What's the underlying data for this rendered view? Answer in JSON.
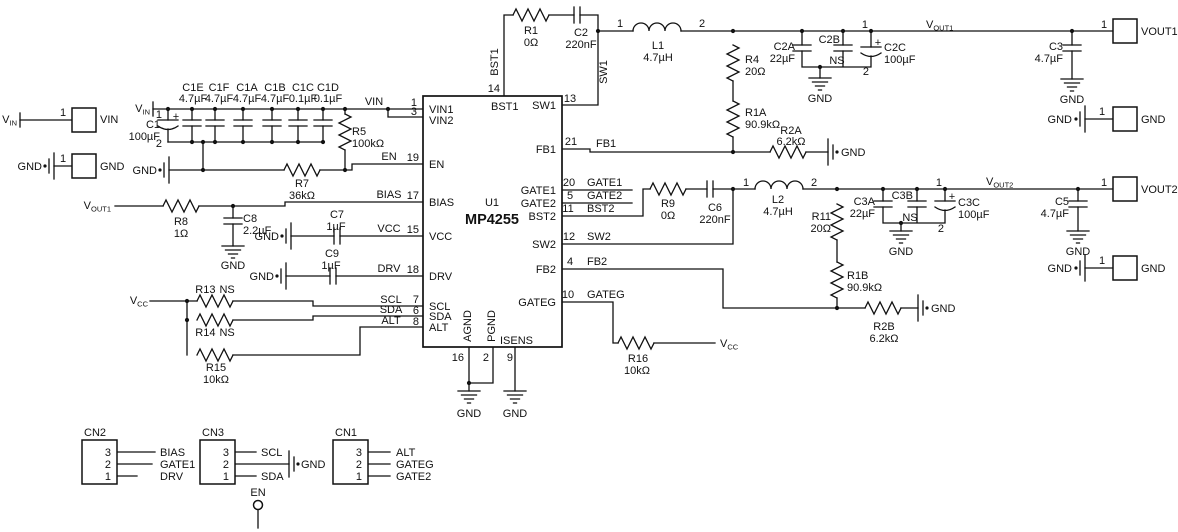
{
  "ic": {
    "ref": "U1",
    "part": "MP4255",
    "pins": {
      "vin1": {
        "n": "1",
        "l": "VIN1"
      },
      "vin2": {
        "n": "3",
        "l": "VIN2"
      },
      "en": {
        "n": "19",
        "l": "EN"
      },
      "bias": {
        "n": "17",
        "l": "BIAS"
      },
      "vcc": {
        "n": "15",
        "l": "VCC"
      },
      "drv": {
        "n": "18",
        "l": "DRV"
      },
      "scl": {
        "n": "7",
        "l": "SCL"
      },
      "sda": {
        "n": "6",
        "l": "SDA"
      },
      "alt": {
        "n": "8",
        "l": "ALT"
      },
      "bst1": {
        "n": "14",
        "l": "BST1"
      },
      "sw1": {
        "n": "13",
        "l": "SW1"
      },
      "fb1": {
        "n": "21",
        "l": "FB1"
      },
      "gate1": {
        "n": "20",
        "l": "GATE1"
      },
      "gate2": {
        "n": "5",
        "l": "GATE2"
      },
      "bst2": {
        "n": "11",
        "l": "BST2"
      },
      "sw2": {
        "n": "12",
        "l": "SW2"
      },
      "fb2": {
        "n": "4",
        "l": "FB2"
      },
      "gateg": {
        "n": "10",
        "l": "GATEG"
      },
      "agnd": {
        "n": "16",
        "l": "AGND"
      },
      "pgnd": {
        "n": "2",
        "l": "PGND"
      },
      "isens": {
        "n": "9",
        "l": "ISENS"
      }
    }
  },
  "nets": {
    "gnd": "GND",
    "vin": "VIN",
    "en": "EN",
    "bias": "BIAS",
    "vcc": "VCC",
    "drv": "DRV",
    "scl": "SCL",
    "sda": "SDA",
    "alt": "ALT",
    "bst1": "BST1",
    "sw1": "SW1",
    "fb1": "FB1",
    "gate1": "GATE1",
    "gate2": "GATE2",
    "bst2": "BST2",
    "sw2": "SW2",
    "fb2": "FB2",
    "gateg": "GATEG"
  },
  "sub_labels": {
    "v": "V",
    "in": "IN",
    "out1": "OUT1",
    "out2": "OUT2",
    "cc": "CC"
  },
  "marks": {
    "n1": "1",
    "n2": "2",
    "plus": "+"
  },
  "components": {
    "C1": {
      "ref": "C1",
      "value": "100µF"
    },
    "C1E": {
      "ref": "C1E",
      "value": "4.7µF"
    },
    "C1F": {
      "ref": "C1F",
      "value": "4.7µF"
    },
    "C1A": {
      "ref": "C1A",
      "value": "4.7µF"
    },
    "C1B": {
      "ref": "C1B",
      "value": "4.7µF"
    },
    "C1C": {
      "ref": "C1C",
      "value": "0.1µF"
    },
    "C1D": {
      "ref": "C1D",
      "value": "0.1µF"
    },
    "R5": {
      "ref": "R5",
      "value": "100kΩ"
    },
    "R7": {
      "ref": "R7",
      "value": "36kΩ"
    },
    "R8": {
      "ref": "R8",
      "value": "1Ω"
    },
    "C8": {
      "ref": "C8",
      "value": "2.2µF"
    },
    "C7": {
      "ref": "C7",
      "value": "1µF"
    },
    "C9": {
      "ref": "C9",
      "value": "1µF"
    },
    "R13": {
      "ref": "R13",
      "value": "NS"
    },
    "R14": {
      "ref": "R14",
      "value": "NS"
    },
    "R15": {
      "ref": "R15",
      "value": "10kΩ"
    },
    "R1": {
      "ref": "R1",
      "value": "0Ω"
    },
    "C2": {
      "ref": "C2",
      "value": "220nF"
    },
    "L1": {
      "ref": "L1",
      "value": "4.7µH"
    },
    "R4": {
      "ref": "R4",
      "value": "20Ω"
    },
    "R1A": {
      "ref": "R1A",
      "value": "90.9kΩ"
    },
    "R2A": {
      "ref": "R2A",
      "value": "6.2kΩ"
    },
    "C2A": {
      "ref": "C2A",
      "value": "22µF"
    },
    "C2B": {
      "ref": "C2B",
      "value": "NS"
    },
    "C2C": {
      "ref": "C2C",
      "value": "100µF"
    },
    "C3": {
      "ref": "C3",
      "value": "4.7µF"
    },
    "R9": {
      "ref": "R9",
      "value": "0Ω"
    },
    "C6": {
      "ref": "C6",
      "value": "220nF"
    },
    "L2": {
      "ref": "L2",
      "value": "4.7µH"
    },
    "R11": {
      "ref": "R11",
      "value": "20Ω"
    },
    "R1B": {
      "ref": "R1B",
      "value": "90.9kΩ"
    },
    "R2B": {
      "ref": "R2B",
      "value": "6.2kΩ"
    },
    "R16": {
      "ref": "R16",
      "value": "10kΩ"
    },
    "C3A": {
      "ref": "C3A",
      "value": "22µF"
    },
    "C3B": {
      "ref": "C3B",
      "value": "NS"
    },
    "C3C": {
      "ref": "C3C",
      "value": "100µF"
    },
    "C5": {
      "ref": "C5",
      "value": "4.7µF"
    }
  },
  "connectors": {
    "vin": {
      "pin": "1",
      "label": "VIN"
    },
    "gnd_in": {
      "pin": "1",
      "label": "GND"
    },
    "vout1": {
      "pin": "1",
      "label": "VOUT1"
    },
    "gnd_top": {
      "pin": "1",
      "label": "GND"
    },
    "vout2": {
      "pin": "1",
      "label": "VOUT2"
    },
    "gnd_bottom": {
      "pin": "1",
      "label": "GND"
    },
    "cn2": {
      "name": "CN2",
      "pins": [
        {
          "n": "3",
          "net": "BIAS"
        },
        {
          "n": "2",
          "net": "GATE1"
        },
        {
          "n": "1",
          "net": "DRV"
        }
      ]
    },
    "cn3": {
      "name": "CN3",
      "pins": [
        {
          "n": "3",
          "net": "SCL"
        },
        {
          "n": "2",
          "net": "GND"
        },
        {
          "n": "1",
          "net": "SDA"
        }
      ]
    },
    "cn1": {
      "name": "CN1",
      "pins": [
        {
          "n": "3",
          "net": "ALT"
        },
        {
          "n": "2",
          "net": "GATEG"
        },
        {
          "n": "1",
          "net": "GATE2"
        }
      ]
    },
    "en_testpoint": {
      "label": "EN"
    }
  }
}
